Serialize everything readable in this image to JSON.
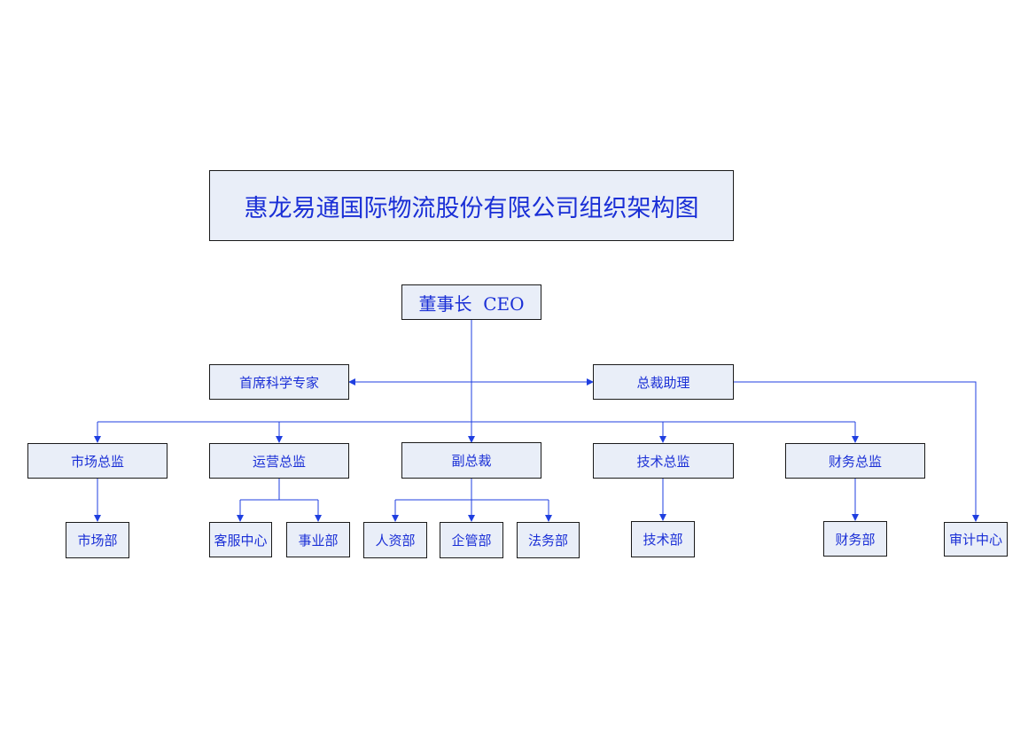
{
  "title": "惠龙易通国际物流股份有限公司组织架构图",
  "ceo": "董事长  CEO",
  "level2": {
    "chief_scientist": "首席科学专家",
    "president_assistant": "总裁助理"
  },
  "level3": {
    "marketing_director": "市场总监",
    "operations_director": "运营总监",
    "vice_president": "副总裁",
    "technology_director": "技术总监",
    "finance_director": "财务总监"
  },
  "level4": {
    "marketing_dept": "市场部",
    "customer_service_center": "客服中心",
    "business_dept": "事业部",
    "hr_dept": "人资部",
    "enterprise_mgmt_dept": "企管部",
    "legal_dept": "法务部",
    "technology_dept": "技术部",
    "finance_dept": "财务部",
    "audit_center": "审计中心"
  },
  "colors": {
    "line": "#1f3fe0",
    "text": "#1a2fd6",
    "box_fill": "#e9eef8",
    "box_border": "#1a1a1a"
  }
}
